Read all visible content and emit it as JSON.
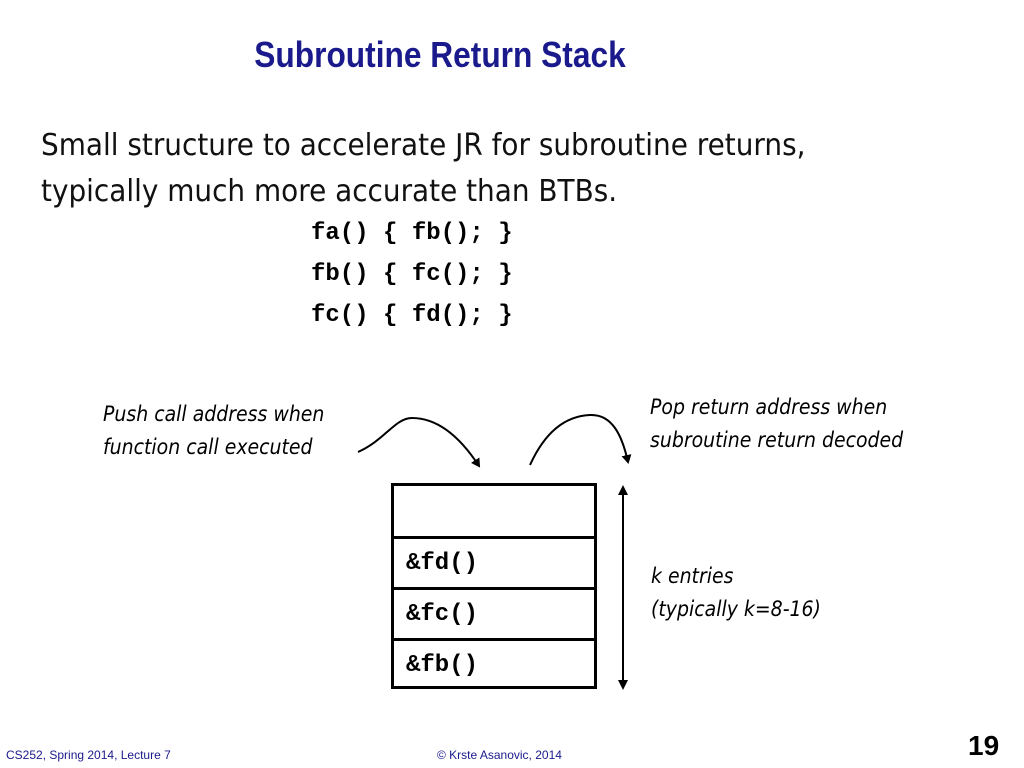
{
  "slide": {
    "title": "Subroutine Return Stack",
    "intro_lines": [
      "Small structure to accelerate JR for subroutine returns,",
      "typically much more accurate than BTBs."
    ],
    "code_lines": [
      "fa() { fb(); }",
      "fb() { fc(); }",
      "fc() { fd(); }"
    ],
    "push_note": [
      "Push call address when",
      "function call executed"
    ],
    "pop_note": [
      "Pop return address when",
      "subroutine return decoded"
    ],
    "k_note": [
      "k entries",
      "(typically k=8-16)"
    ],
    "stack_entries": [
      "",
      "&fd()",
      "&fc()",
      "&fb()"
    ],
    "footer_left": "CS252, Spring 2014, Lecture 7",
    "footer_center": "© Krste Asanovic, 2014",
    "slide_number": "19"
  },
  "colors": {
    "title": "#1a1a8c",
    "text": "#000000",
    "footer": "#1a1a8c"
  }
}
